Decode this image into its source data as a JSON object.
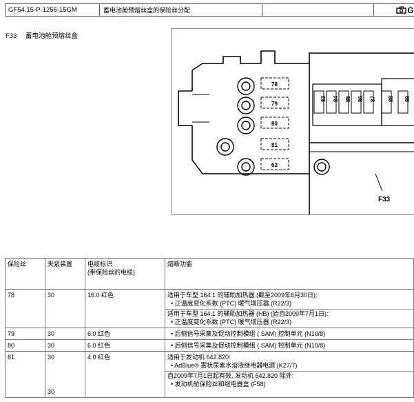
{
  "header": {
    "doc_id": "GF54.15-P-1256-15GM",
    "doc_title": "蓄电池舱预熔丝盒的保险丝分配",
    "logo": "GI"
  },
  "section": {
    "code": "F33",
    "title": "蓄电池舱预熔丝盒"
  },
  "diagram": {
    "fuse_labels_left": [
      "78",
      "79",
      "80",
      "81",
      "62"
    ],
    "fuse_labels_right": [
      "83",
      "84",
      "85",
      "86",
      "87",
      "88",
      "89"
    ],
    "callout": "F33"
  },
  "table": {
    "headers": {
      "fuse": "保险丝",
      "clamp": "夹紧装置",
      "cable_line1": "电缆标识",
      "cable_line2": "(带保险丝的电缆)",
      "function": "熔断功能"
    },
    "rows": [
      {
        "fuse": "78",
        "clamp": "30",
        "cable": "16.0 红色",
        "lines": [
          {
            "text": "适用于车型 164.1 的辅助加热器 (截至2009年6月30日):",
            "bullet": false,
            "sep": false
          },
          {
            "text": "•   正温度变化系数 (PTC) 暖气增压器 (R22/3)",
            "bullet": true,
            "sep": false
          },
          {
            "text": "适用于车型 164.1 的辅助加热器 (HB) (始自2009年7月1日):",
            "bullet": false,
            "sep": true
          },
          {
            "text": "•   正温度变化系数 (PTC) 暖气增压器 (R22/3)",
            "bullet": true,
            "sep": false
          }
        ]
      },
      {
        "fuse": "79",
        "clamp": "30",
        "cable": "6.0 红色",
        "lines": [
          {
            "text": "•   后侧信号采集及促动控制模组 ( SAM) 控制单元 (N10/8)",
            "bullet": true,
            "sep": false
          }
        ]
      },
      {
        "fuse": "80",
        "clamp": "30",
        "cable": "6.0 红色",
        "lines": [
          {
            "text": "•   后侧信号采集及促动控制模组 ( SAM) 控制单元 (N10/8)",
            "bullet": true,
            "sep": false
          }
        ]
      },
      {
        "fuse": "81",
        "clamp": "30",
        "clamp_sub": "30",
        "cable": "4.0 红色",
        "lines": [
          {
            "text": "适用于发动机 642.820:",
            "bullet": false,
            "sep": false
          },
          {
            "text": "•   AdBlue® 雾状尿素水溶液继电器电源 (K27/7)",
            "bullet": true,
            "sep": false
          },
          {
            "text": "自2009年7月1日起有效, 发动机 642.820 除外:",
            "bullet": false,
            "sep": true
          },
          {
            "text": "•   发动机舱保险丝和继电器盒 (F58)",
            "bullet": true,
            "sep": false
          }
        ]
      }
    ]
  }
}
